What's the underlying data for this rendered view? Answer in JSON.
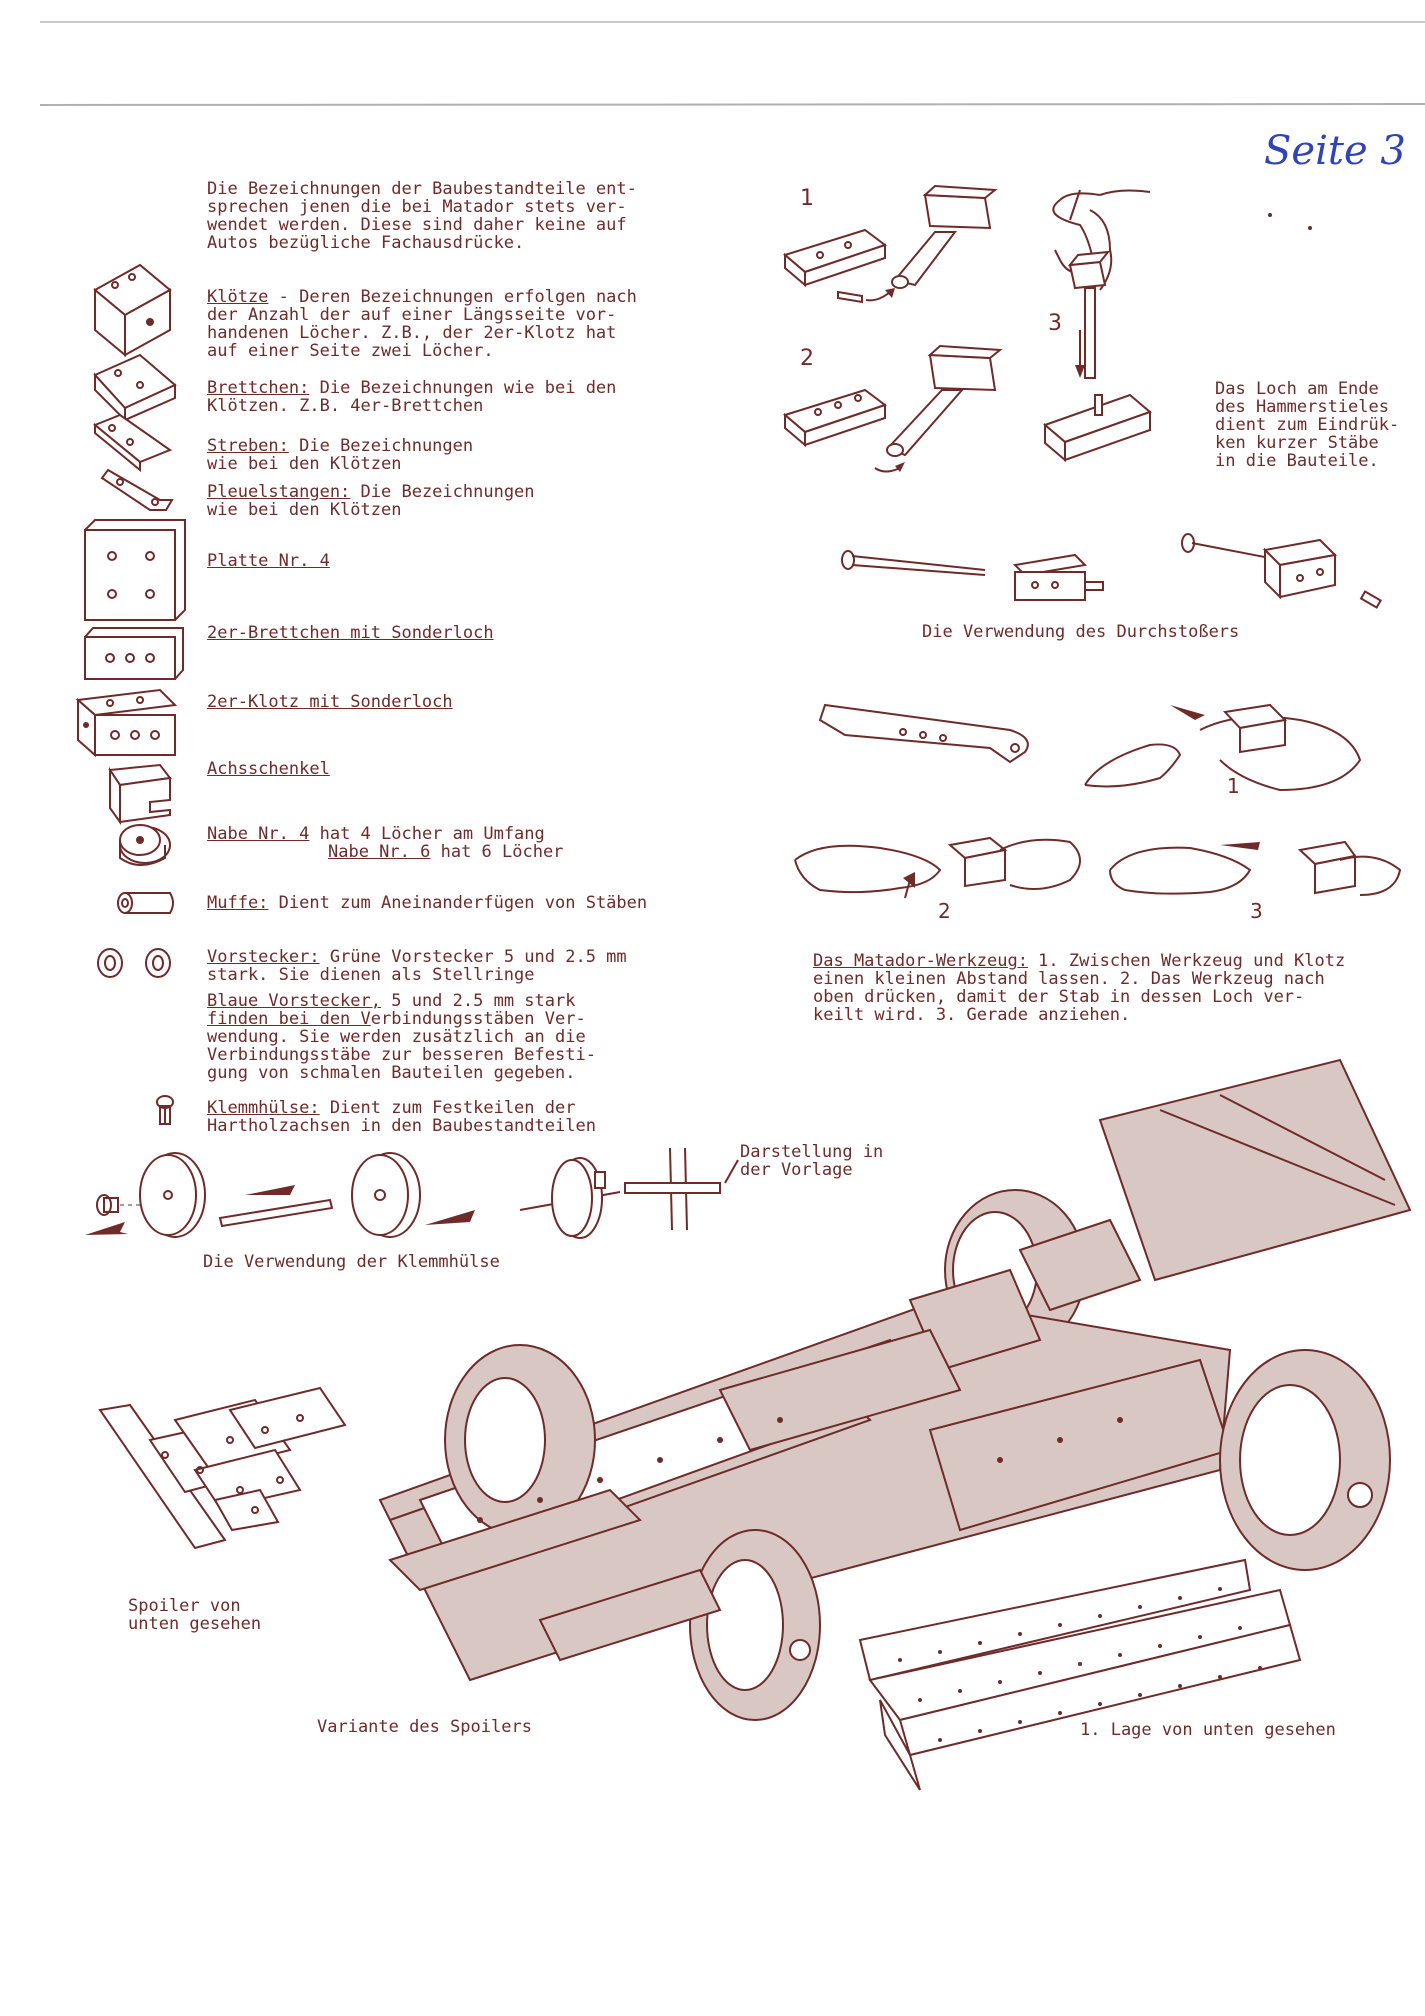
{
  "page_note": "Seite 3",
  "intro": {
    "lines": [
      "Die Bezeichnungen der Baubestandteile ent-",
      "sprechen jenen die bei Matador stets ver-",
      "wendet werden. Diese sind daher keine auf",
      "Autos bezügliche Fachausdrücke."
    ]
  },
  "parts": {
    "kloetze": {
      "term": "Klötze",
      "lines": [
        " - Deren Bezeichnungen erfolgen nach",
        "der Anzahl der auf einer Längsseite vor-",
        "handenen Löcher. Z.B., der 2er-Klotz hat",
        "auf einer Seite zwei Löcher."
      ]
    },
    "brettchen": {
      "term": "Brettchen:",
      "lines": [
        " Die Bezeichnungen wie bei den",
        "Klötzen. Z.B. 4er-Brettchen"
      ]
    },
    "streben": {
      "term": "Streben:",
      "lines": [
        " Die Bezeichnungen",
        "wie bei den Klötzen"
      ]
    },
    "pleuelstangen": {
      "term": "Pleuelstangen:",
      "lines": [
        " Die Bezeichnungen",
        "wie bei den Klötzen"
      ]
    },
    "platte": "Platte Nr. 4",
    "brettchen_sonderloch": "2er-Brettchen mit Sonderloch",
    "klotz_sonderloch": "2er-Klotz mit Sonderloch",
    "achsschenkel": "Achsschenkel",
    "nabe": {
      "line1_term": "Nabe Nr. 4",
      "line1_rest": " hat 4 Löcher am Umfang",
      "line2_term": "Nabe Nr. 6",
      "line2_rest": " hat 6 Löcher"
    },
    "muffe": {
      "term": "Muffe:",
      "rest": " Dient zum Aneinanderfügen von Stäben"
    },
    "vorstecker": {
      "term": "Vorstecker:",
      "lines": [
        " Grüne Vorstecker 5 und 2.5 mm",
        "stark. Sie dienen als Stellringe"
      ]
    },
    "blaue_vorstecker": {
      "term": "Blaue Vorstecker,",
      "line1_rest": " 5 und 2.5 mm stark",
      "line2_term": "finden bei den V",
      "line2_rest": "erbindungsstäben Ver-",
      "lines": [
        "wendung. Sie werden zusätzlich an die",
        "Verbindungsstäbe zur besseren Befesti-",
        "gung von schmalen Bauteilen gegeben."
      ]
    },
    "klemmhuelse": {
      "term": "Klemmhülse:",
      "lines": [
        " Dient zum Festkeilen der",
        "Hartholzachsen in den Baubestandteilen"
      ]
    }
  },
  "captions": {
    "klemmhuelse_usage": "Die Verwendung der Klemmhülse",
    "darstellung": [
      "Darstellung in",
      "der Vorlage"
    ],
    "hammer_note": [
      "Das Loch am Ende",
      "des Hammerstieles",
      "dient zum Eindrük-",
      "ken kurzer Stäbe",
      "in die Bauteile."
    ],
    "durchstosser": "Die Verwendung des Durchstoßers",
    "werkzeug_term": "Das Matador-Werkzeug:",
    "werkzeug_lines": [
      " 1. Zwischen Werkzeug und Klotz",
      "einen kleinen Abstand lassen. 2. Das Werkzeug nach",
      "oben drücken, damit der Stab in dessen Loch ver-",
      "keilt wird. 3. Gerade anziehen."
    ],
    "spoiler_below": [
      "Spoiler von",
      "unten gesehen"
    ],
    "spoiler_variant": "Variante des Spoilers",
    "lage_below": "1. Lage von unten gesehen"
  },
  "step_numbers": {
    "hammer": [
      "1",
      "2",
      "3"
    ],
    "werkzeug": [
      "1",
      "2",
      "3"
    ]
  },
  "colors": {
    "ink": "#6e2b2a",
    "handwriting": "#2f44b5"
  },
  "icons": [
    "block-icon",
    "board-icon",
    "strut-icon",
    "connecting-rod-icon",
    "plate-icon",
    "hub-icon",
    "sleeve-icon",
    "washer-icon",
    "clamp-sleeve-icon",
    "hammer-illustration",
    "punch-illustration",
    "matador-tool-illustration",
    "race-car-illustration",
    "spoiler-illustration"
  ]
}
